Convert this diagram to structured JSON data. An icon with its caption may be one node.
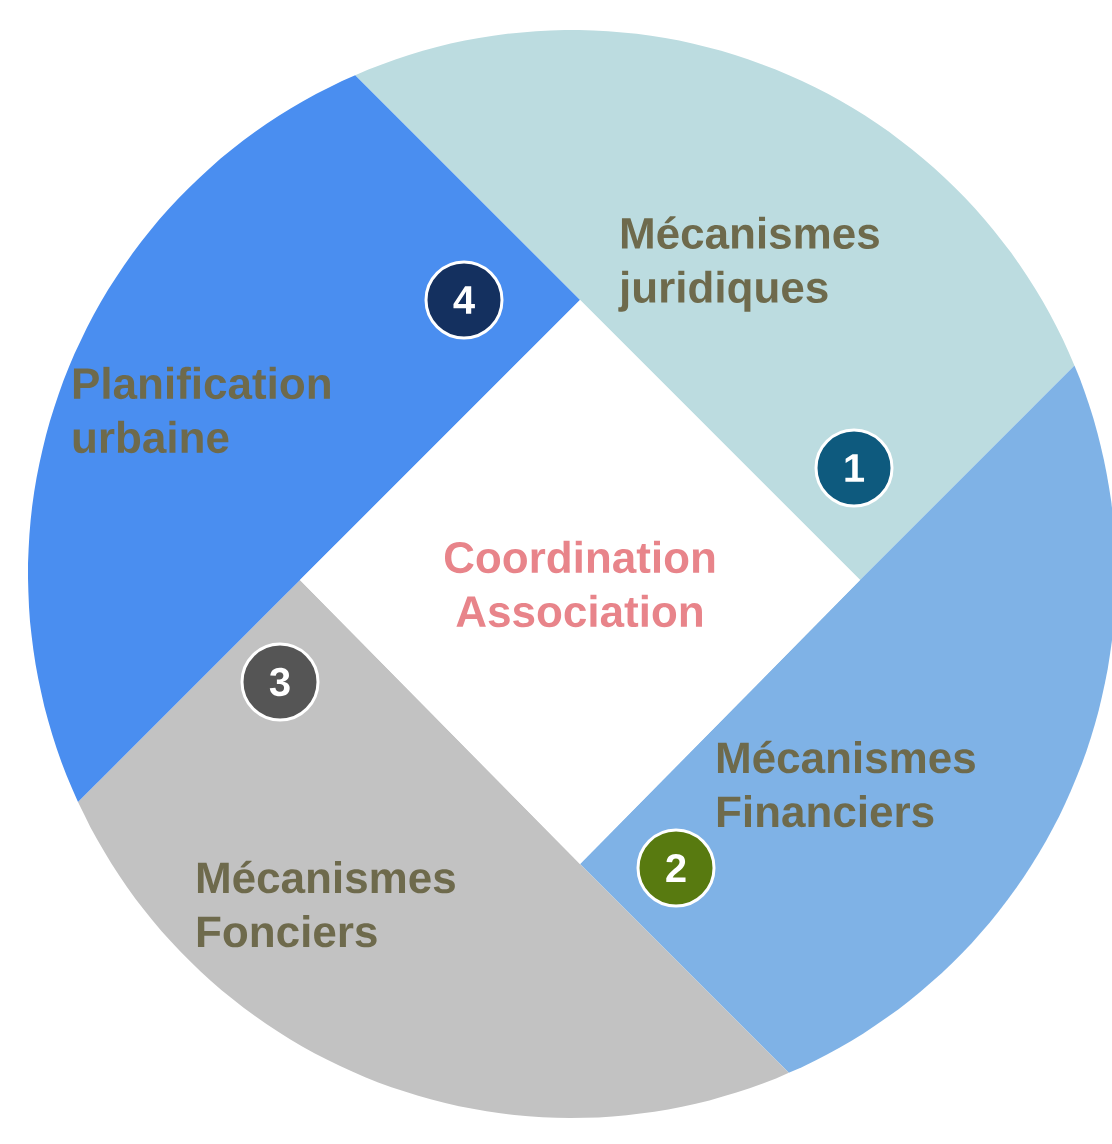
{
  "diagram": {
    "nodes": [
      {
        "text": [
          "Mécanismes juridiques"
        ]
      },
      {
        "text": [
          "1"
        ],
        "in": 0
      },
      {
        "text": [
          "Mécanismes Financiers"
        ]
      },
      {
        "text": [
          "2"
        ],
        "in": 2
      },
      {
        "text": [
          "Mécanismes Fonciers"
        ]
      },
      {
        "text": [
          "3"
        ],
        "in": 4
      },
      {
        "text": [
          "Planification urbaine"
        ]
      },
      {
        "text": [
          "4"
        ],
        "in": 6
      },
      {
        "text": [
          "Coordination Association"
        ]
      }
    ]
  }
}
